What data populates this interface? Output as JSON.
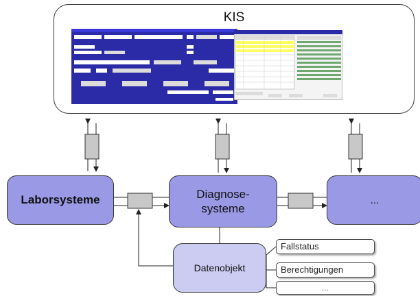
{
  "kis": {
    "title": "KIS"
  },
  "nodes": {
    "labor": "Laborsysteme",
    "diagnose_line1": "Diagnose-",
    "diagnose_line2": "systeme",
    "other": "...",
    "datenobjekt": "Datenobjekt"
  },
  "attributes": [
    "Fallstatus",
    "Berechtigungen",
    "..."
  ],
  "colors": {
    "node_dark": "#9999e6",
    "node_light": "#ccccf2",
    "screenshot_bg": "#2b2ba8",
    "connector_box": "#c8c8c8"
  }
}
